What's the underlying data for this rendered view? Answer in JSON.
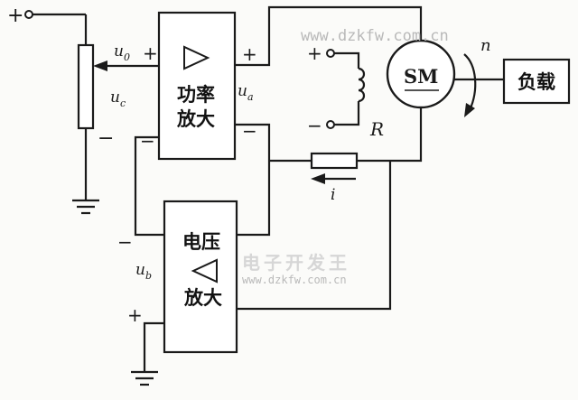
{
  "labels": {
    "source_plus": "+",
    "u0": "u",
    "u0_sub": "0",
    "uc": "u",
    "uc_sub": "c",
    "ua": "u",
    "ua_sub": "a",
    "ub": "u",
    "ub_sub": "b",
    "pot_minus": "−",
    "amp1_in_plus": "+",
    "amp1_in_minus": "−",
    "amp1_out_plus": "+",
    "amp1_out_minus": "−",
    "amp2_in_minus": "−",
    "amp2_in_plus": "+",
    "field_plus": "+",
    "field_minus": "−",
    "R": "R",
    "i": "i",
    "n": "n"
  },
  "blocks": {
    "power_amp": "功率\n放大",
    "power_amp_l1": "功率",
    "power_amp_l2": "放大",
    "voltage_amp_l1": "电压",
    "voltage_amp_l2": "放大",
    "motor": "SM",
    "load": "负载"
  },
  "watermarks": {
    "url_top": "www.dzkfw.com.cn",
    "brand": "电子开发王",
    "url_mid": "www.dzkfw.com.cn"
  }
}
